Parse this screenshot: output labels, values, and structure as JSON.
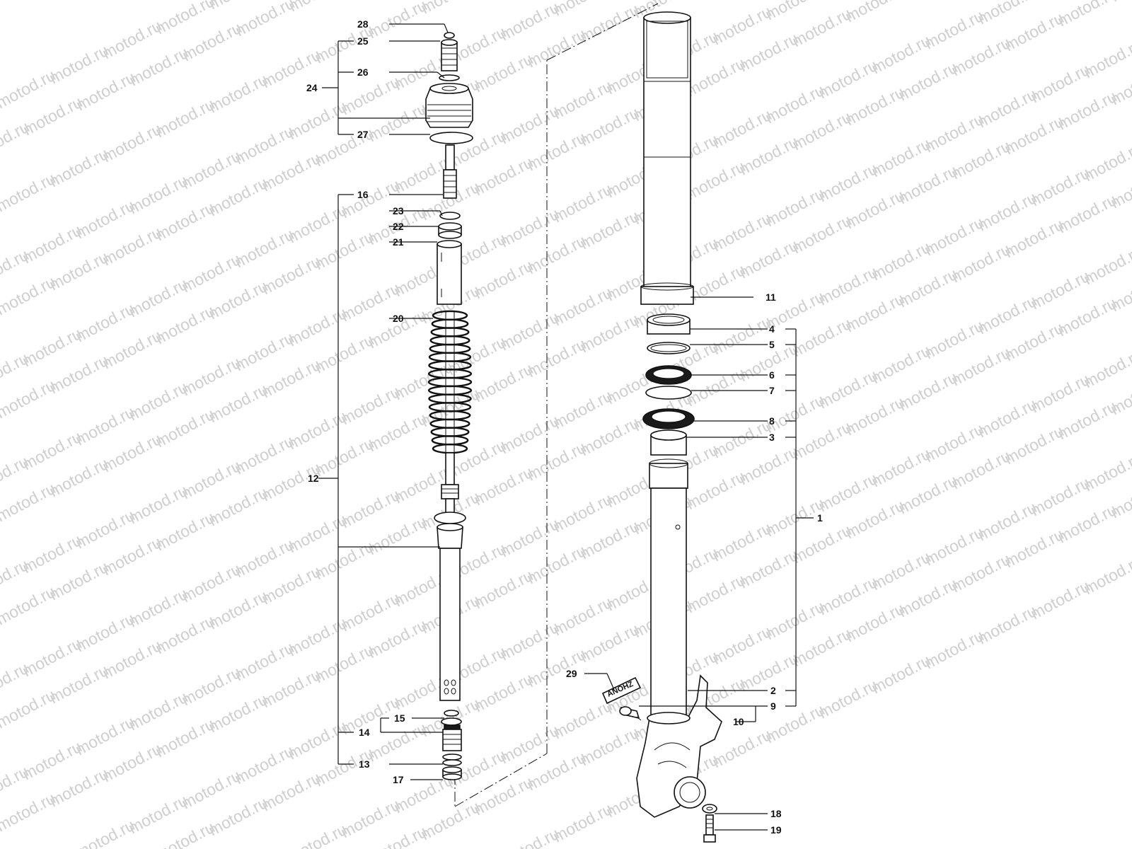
{
  "watermark": "motod.ru",
  "callouts": [
    "28",
    "25",
    "26",
    "24",
    "27",
    "16",
    "23",
    "22",
    "21",
    "20",
    "12",
    "15",
    "14",
    "13",
    "17",
    "11",
    "4",
    "5",
    "6",
    "7",
    "8",
    "3",
    "1",
    "29",
    "2",
    "9",
    "10",
    "18",
    "19"
  ],
  "decal_text": "ANOHZ"
}
